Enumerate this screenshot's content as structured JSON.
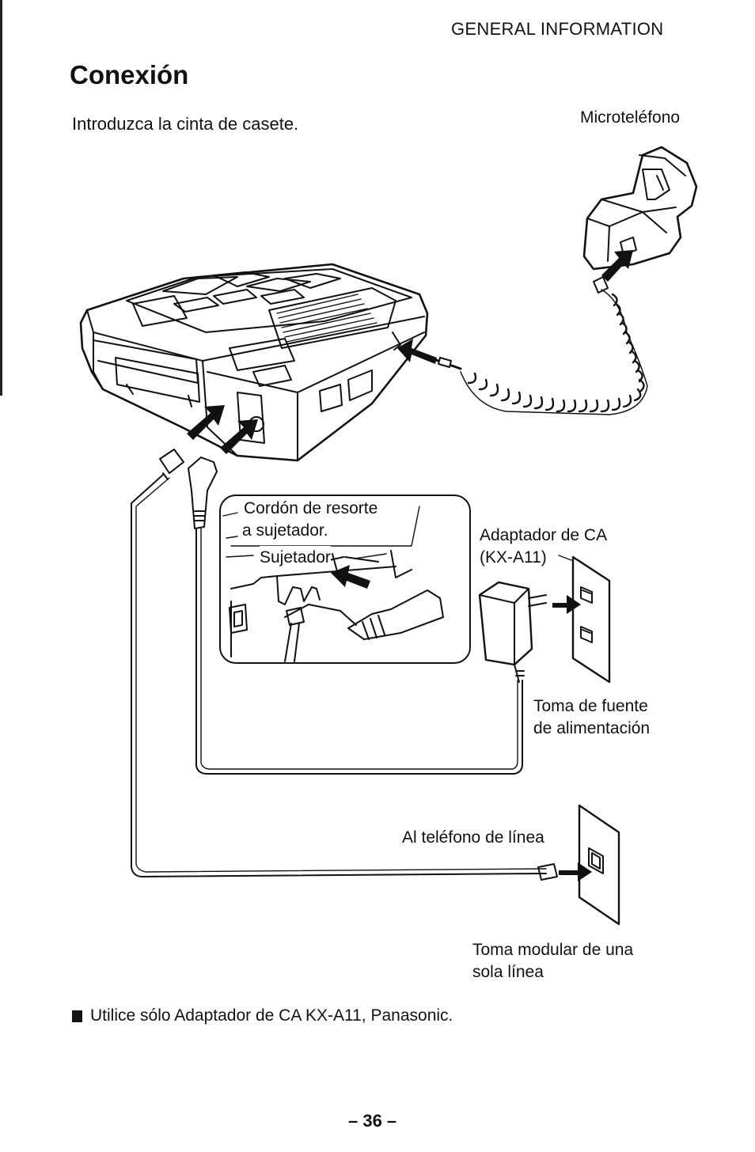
{
  "header": {
    "section": "GENERAL INFORMATION"
  },
  "title": "Conexión",
  "intro": "Introduzca la cinta de casete.",
  "labels": {
    "handset": "Microteléfono",
    "cord_to_holder": [
      "Cordón de resorte",
      "a sujetador."
    ],
    "holder": "Sujetador",
    "ac_adaptor": [
      "Adaptador de CA",
      "(KX-A11)"
    ],
    "power_outlet": [
      "Toma de fuente",
      "de alimentación"
    ],
    "to_line": "Al teléfono de línea",
    "modular_jack": [
      "Toma modular de una",
      "sola línea"
    ]
  },
  "note": "Utilice sólo Adaptador de CA KX-A11, Panasonic.",
  "page_number": "– 36 –"
}
